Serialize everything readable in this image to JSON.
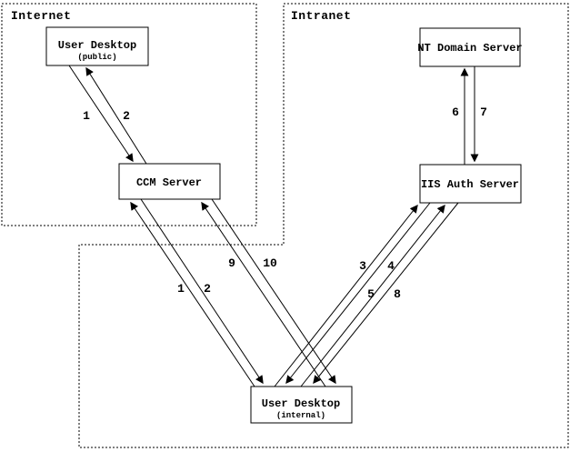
{
  "zones": [
    {
      "id": "internet",
      "label": "Internet"
    },
    {
      "id": "intranet",
      "label": "Intranet"
    }
  ],
  "nodes": [
    {
      "id": "user-desktop-public",
      "title": "User Desktop",
      "subtitle": "(public)",
      "zone": "internet"
    },
    {
      "id": "ccm-server",
      "title": "CCM Server",
      "subtitle": "",
      "zone": "internet"
    },
    {
      "id": "nt-domain-server",
      "title": "NT Domain Server",
      "subtitle": "",
      "zone": "intranet"
    },
    {
      "id": "iis-auth-server",
      "title": "IIS Auth Server",
      "subtitle": "",
      "zone": "intranet"
    },
    {
      "id": "user-desktop-internal",
      "title": "User Desktop",
      "subtitle": "(internal)",
      "zone": "intranet"
    }
  ],
  "edges": [
    {
      "label": "1",
      "from": "user-desktop-public",
      "to": "ccm-server"
    },
    {
      "label": "2",
      "from": "ccm-server",
      "to": "user-desktop-public"
    },
    {
      "label": "6",
      "from": "iis-auth-server",
      "to": "nt-domain-server"
    },
    {
      "label": "7",
      "from": "nt-domain-server",
      "to": "iis-auth-server"
    },
    {
      "label": "1",
      "from": "user-desktop-internal",
      "to": "ccm-server"
    },
    {
      "label": "2",
      "from": "ccm-server",
      "to": "user-desktop-internal"
    },
    {
      "label": "9",
      "from": "user-desktop-internal",
      "to": "ccm-server"
    },
    {
      "label": "10",
      "from": "ccm-server",
      "to": "user-desktop-internal"
    },
    {
      "label": "3",
      "from": "user-desktop-internal",
      "to": "iis-auth-server"
    },
    {
      "label": "4",
      "from": "iis-auth-server",
      "to": "user-desktop-internal"
    },
    {
      "label": "5",
      "from": "user-desktop-internal",
      "to": "iis-auth-server"
    },
    {
      "label": "8",
      "from": "iis-auth-server",
      "to": "user-desktop-internal"
    }
  ],
  "colors": {
    "background": "#ffffff",
    "stroke": "#000000",
    "text": "#000000"
  }
}
